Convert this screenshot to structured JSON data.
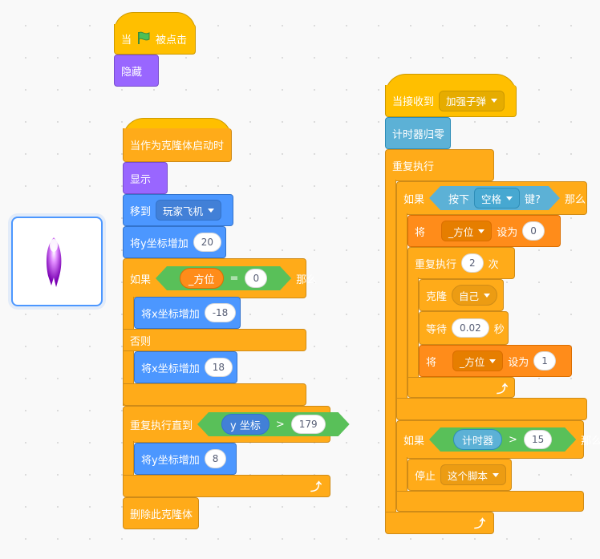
{
  "script1": {
    "hat_when": "当",
    "hat_clicked": "被点击",
    "hide": "隐藏"
  },
  "script2": {
    "hat_clone": "当作为克隆体启动时",
    "show": "显示",
    "goto": "移到",
    "goto_target": "玩家飞机",
    "change_y": "将y坐标增加",
    "change_y_value": "20",
    "if_label": "如果",
    "if_var": "_方位",
    "if_op": "=",
    "if_value": "0",
    "then_label": "那么",
    "change_x_1": "将x坐标增加",
    "change_x_1_value": "-18",
    "else_label": "否则",
    "change_x_2": "将x坐标增加",
    "change_x_2_value": "18",
    "repeat_until": "重复执行直到",
    "y_pos": "y 坐标",
    "gt": ">",
    "until_value": "179",
    "change_y_2": "将y坐标增加",
    "change_y_2_value": "8",
    "delete_clone": "删除此克隆体"
  },
  "script3": {
    "hat_receive": "当接收到",
    "message": "加强子弹",
    "reset_timer": "计时器归零",
    "forever": "重复执行",
    "if1_label": "如果",
    "key_pressed": "按下",
    "key": "空格",
    "key_suffix": "键?",
    "then1": "那么",
    "set1": "将",
    "set1_var": "_方位",
    "set1_to": "设为",
    "set1_value": "0",
    "repeat_label": "重复执行",
    "repeat_count": "2",
    "repeat_times": "次",
    "clone_label": "克隆",
    "clone_target": "自己",
    "wait_label": "等待",
    "wait_value": "0.02",
    "wait_unit": "秒",
    "set2": "将",
    "set2_var": "_方位",
    "set2_to": "设为",
    "set2_value": "1",
    "if2_label": "如果",
    "timer": "计时器",
    "gt2": ">",
    "timer_value": "15",
    "then2": "那么",
    "stop_label": "停止",
    "stop_option": "这个脚本"
  },
  "colors": {
    "events": "#ffbf00",
    "looks": "#9966ff",
    "motion": "#4c97ff",
    "control": "#ffab19",
    "operators": "#59c059",
    "sensing": "#5cb1d6",
    "variables": "#ff8c1a"
  },
  "icons": {
    "flag": "green-flag-icon",
    "loop": "loop-arrow-icon",
    "sprite": "purple-bullet-sprite"
  }
}
